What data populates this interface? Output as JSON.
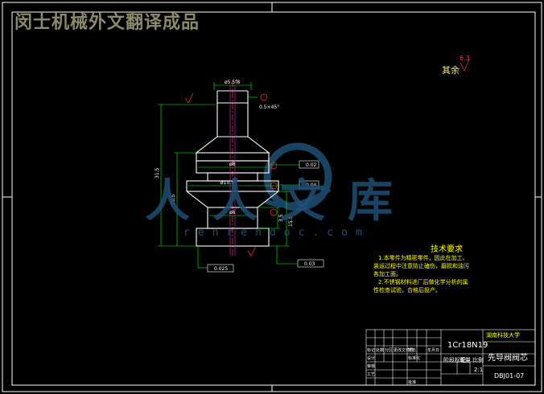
{
  "banner": "闵士机械外文翻译成品",
  "watermark": {
    "text": "人人文库",
    "url": "renrendoc.com"
  },
  "roughness": {
    "label": "其余",
    "value": "6.3"
  },
  "dimensions": {
    "top_width": "ø5.5f8",
    "tol_top": "0.5×45°",
    "d1": "ø8",
    "d2": "ø10.5",
    "d3": "ø6",
    "h_total": "31.5",
    "h_mid": "20.5",
    "h_low": "15.5",
    "h_small": "3.5",
    "tol1": "0.02",
    "tol2": "0.04",
    "tol3": "0.025",
    "tol4": "0.03"
  },
  "technical_requirements": {
    "title": "技术要求",
    "lines": [
      "1.本零件为精密零件，因此在加工、",
      "装运过程中注意防止磕伤，磨损和油污",
      "各加工面。",
      "2.不锈钢材料进厂后做化学分析的属",
      "性检查试验，合格后投产。"
    ]
  },
  "title_block": {
    "material": "1Cr18N19",
    "school": "湖南科技大学",
    "part_name": "先导阀阀芯",
    "drawing_no": "DBJ01-07",
    "scale": "2:1",
    "headers": [
      "标记",
      "处数",
      "分区",
      "更改文件号",
      "签名",
      "年月日"
    ],
    "roles": [
      "设计",
      "审核",
      "工艺",
      "标准化",
      "批准"
    ],
    "stage_label": "阶段标记",
    "weight_label": "重量",
    "scale_label": "比例"
  }
}
